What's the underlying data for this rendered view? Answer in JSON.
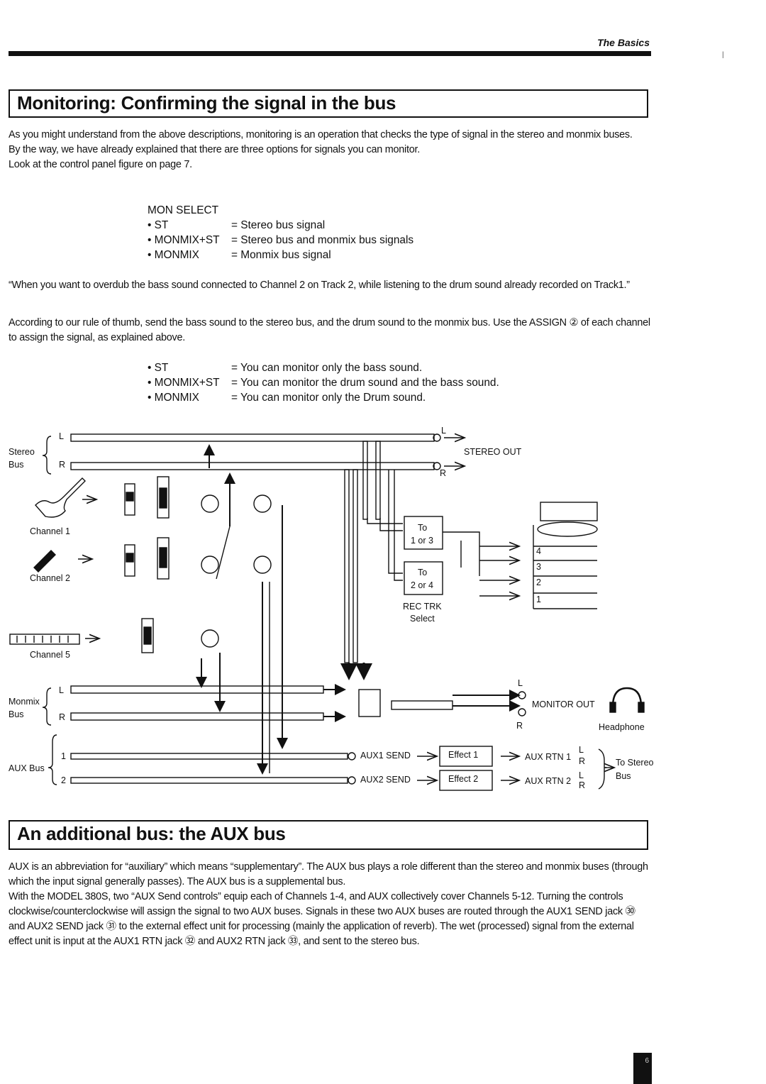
{
  "header": {
    "section": "The Basics"
  },
  "section1": {
    "title": "Monitoring: Confirming the signal in the bus",
    "paragraphs": [
      "As you might understand from the above descriptions, monitoring is an operation that checks the type of signal in the stereo and monmix buses.",
      "By the way, we have already explained that there are three options for signals you can monitor.",
      "Look at the control panel figure on page 7."
    ],
    "mon_select": {
      "heading": "MON SELECT",
      "rows": [
        {
          "opt": "• ST",
          "desc": "= Stereo bus signal"
        },
        {
          "opt": "• MONMIX+ST",
          "desc": "= Stereo bus and monmix bus signals"
        },
        {
          "opt": "• MONMIX",
          "desc": "= Monmix bus signal"
        }
      ]
    },
    "quote": "“When you want to overdub the bass sound connected to Channel 2 on Track 2, while listening to the drum sound already recorded on Track1.”",
    "paragraph2": "According to our rule of thumb, send the bass sound to the stereo bus, and the drum sound to the monmix bus. Use the ASSIGN ② of each channel to assign the signal, as explained above.",
    "example": {
      "rows": [
        {
          "opt": "• ST",
          "desc": "= You can monitor only the bass sound."
        },
        {
          "opt": "• MONMIX+ST",
          "desc": "= You can monitor the drum sound and the bass sound."
        },
        {
          "opt": "• MONMIX",
          "desc": "= You can monitor only the Drum sound."
        }
      ]
    }
  },
  "diagram": {
    "stereo_bus": "Stereo",
    "stereo_bus2": "Bus",
    "monmix_bus": "Monmix",
    "monmix_bus2": "Bus",
    "aux_bus": "AUX Bus",
    "l": "L",
    "r": "R",
    "one": "1",
    "two": "2",
    "channel1": "Channel 1",
    "channel2": "Channel 2",
    "channel5": "Channel 5",
    "stereo_out": "STEREO OUT",
    "to13a": "To",
    "to13b": "1 or 3",
    "to24a": "To",
    "to24b": "2 or 4",
    "rec_trk": "REC TRK",
    "select": "Select",
    "track4": "4",
    "track3": "3",
    "track2": "2",
    "track1": "1",
    "monitor_out": "MONITOR OUT",
    "headphone": "Headphone",
    "aux1_send": "AUX1 SEND",
    "aux2_send": "AUX2 SEND",
    "effect1": "Effect 1",
    "effect2": "Effect 2",
    "aux_rtn1": "AUX RTN 1",
    "aux_rtn2": "AUX RTN 2",
    "to_stereo": "To Stereo",
    "bus": "Bus"
  },
  "section2": {
    "title": "An additional bus: the AUX bus",
    "paragraphs": [
      "AUX is an abbreviation for “auxiliary” which means “supplementary”. The AUX bus plays a role different than the stereo and monmix buses (through which the input signal generally passes). The AUX bus is a supplemental bus.",
      "With the MODEL 380S, two “AUX Send controls” equip each of Channels 1-4, and AUX collectively cover Channels 5-12. Turning the controls clockwise/counterclockwise will assign the signal to two AUX buses. Signals in these two AUX buses are routed through the AUX1 SEND jack ㉚ and AUX2 SEND jack ㉛ to the external effect unit for processing (mainly the application of reverb). The wet (processed) signal from the external effect unit is input at the AUX1 RTN jack ㉜ and AUX2 RTN jack ㉝, and sent to the stereo bus."
    ]
  },
  "page_number": "6"
}
